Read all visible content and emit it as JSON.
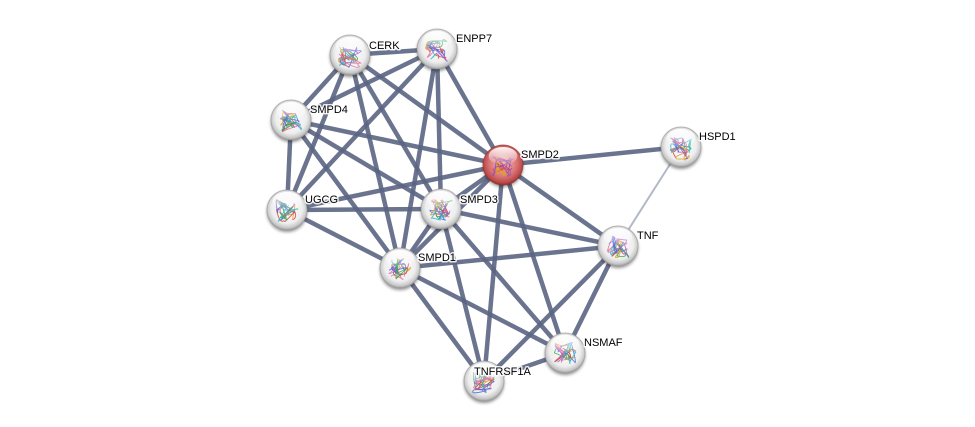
{
  "network": {
    "query_protein": "SMPD2",
    "colors": {
      "edge": "#5b6583",
      "edge_weak": "#b3b8c8",
      "node_default": "#e8e8e8",
      "node_query": "#d06060",
      "background": "#ffffff"
    },
    "nodes": [
      {
        "id": "CERK",
        "label": "CERK",
        "query": false
      },
      {
        "id": "ENPP7",
        "label": "ENPP7",
        "query": false
      },
      {
        "id": "SMPD4",
        "label": "SMPD4",
        "query": false
      },
      {
        "id": "SMPD2",
        "label": "SMPD2",
        "query": true
      },
      {
        "id": "HSPD1",
        "label": "HSPD1",
        "query": false
      },
      {
        "id": "UGCG",
        "label": "UGCG",
        "query": false
      },
      {
        "id": "SMPD3",
        "label": "SMPD3",
        "query": false
      },
      {
        "id": "TNF",
        "label": "TNF",
        "query": false
      },
      {
        "id": "SMPD1",
        "label": "SMPD1",
        "query": false
      },
      {
        "id": "NSMAF",
        "label": "NSMAF",
        "query": false
      },
      {
        "id": "TNFRSF1A",
        "label": "TNFRSF1A",
        "query": false
      }
    ],
    "edges": [
      {
        "source": "CERK",
        "target": "ENPP7",
        "strength": "strong"
      },
      {
        "source": "CERK",
        "target": "SMPD4",
        "strength": "strong"
      },
      {
        "source": "CERK",
        "target": "UGCG",
        "strength": "strong"
      },
      {
        "source": "CERK",
        "target": "SMPD1",
        "strength": "strong"
      },
      {
        "source": "CERK",
        "target": "SMPD3",
        "strength": "strong"
      },
      {
        "source": "CERK",
        "target": "SMPD2",
        "strength": "strong"
      },
      {
        "source": "ENPP7",
        "target": "SMPD4",
        "strength": "strong"
      },
      {
        "source": "ENPP7",
        "target": "UGCG",
        "strength": "strong"
      },
      {
        "source": "ENPP7",
        "target": "SMPD1",
        "strength": "strong"
      },
      {
        "source": "ENPP7",
        "target": "SMPD3",
        "strength": "strong"
      },
      {
        "source": "ENPP7",
        "target": "SMPD2",
        "strength": "strong"
      },
      {
        "source": "SMPD4",
        "target": "UGCG",
        "strength": "strong"
      },
      {
        "source": "SMPD4",
        "target": "SMPD1",
        "strength": "strong"
      },
      {
        "source": "SMPD4",
        "target": "SMPD3",
        "strength": "strong"
      },
      {
        "source": "SMPD4",
        "target": "SMPD2",
        "strength": "strong"
      },
      {
        "source": "UGCG",
        "target": "SMPD3",
        "strength": "strong"
      },
      {
        "source": "UGCG",
        "target": "SMPD1",
        "strength": "strong"
      },
      {
        "source": "UGCG",
        "target": "SMPD2",
        "strength": "strong"
      },
      {
        "source": "SMPD2",
        "target": "HSPD1",
        "strength": "strong"
      },
      {
        "source": "SMPD2",
        "target": "SMPD3",
        "strength": "strong"
      },
      {
        "source": "SMPD2",
        "target": "SMPD1",
        "strength": "strong"
      },
      {
        "source": "SMPD2",
        "target": "TNF",
        "strength": "strong"
      },
      {
        "source": "SMPD2",
        "target": "NSMAF",
        "strength": "strong"
      },
      {
        "source": "SMPD2",
        "target": "TNFRSF1A",
        "strength": "strong"
      },
      {
        "source": "HSPD1",
        "target": "TNF",
        "strength": "weak"
      },
      {
        "source": "SMPD3",
        "target": "SMPD1",
        "strength": "strong"
      },
      {
        "source": "SMPD3",
        "target": "TNF",
        "strength": "strong"
      },
      {
        "source": "SMPD3",
        "target": "NSMAF",
        "strength": "strong"
      },
      {
        "source": "SMPD3",
        "target": "TNFRSF1A",
        "strength": "strong"
      },
      {
        "source": "SMPD1",
        "target": "TNF",
        "strength": "strong"
      },
      {
        "source": "SMPD1",
        "target": "NSMAF",
        "strength": "strong"
      },
      {
        "source": "SMPD1",
        "target": "TNFRSF1A",
        "strength": "strong"
      },
      {
        "source": "TNF",
        "target": "NSMAF",
        "strength": "strong"
      },
      {
        "source": "TNF",
        "target": "TNFRSF1A",
        "strength": "strong"
      },
      {
        "source": "NSMAF",
        "target": "TNFRSF1A",
        "strength": "strong"
      }
    ]
  }
}
